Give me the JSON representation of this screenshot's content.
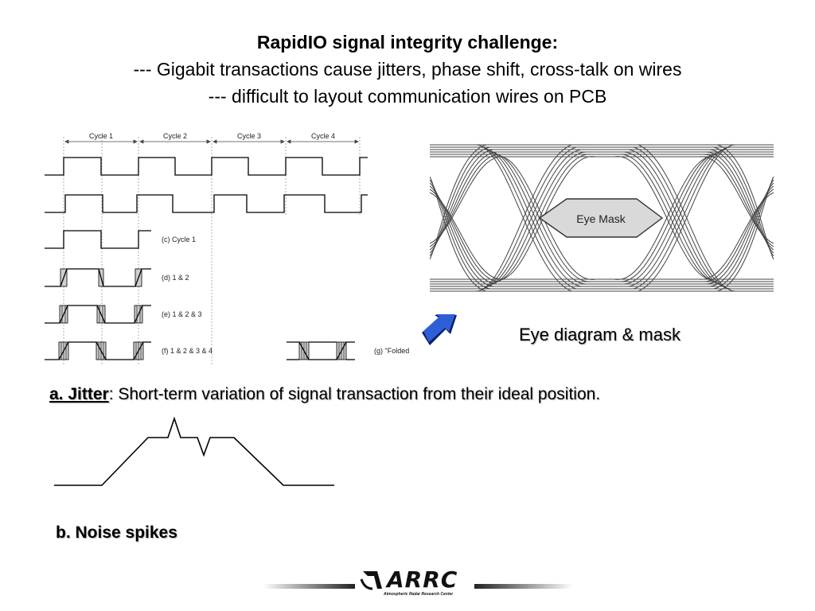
{
  "title": {
    "line1": "RapidIO signal integrity challenge:",
    "line2": "--- Gigabit transactions cause jitters, phase shift, cross-talk on wires",
    "line3": "--- difficult to layout communication wires on PCB"
  },
  "timing_diagram": {
    "cycles": [
      "Cycle 1",
      "Cycle 2",
      "Cycle 3",
      "Cycle 4"
    ],
    "labels": {
      "c": "(c) Cycle 1",
      "d": "(d) 1 & 2",
      "e": "(e) 1 & 2 & 3",
      "f": "(f) 1 & 2 & 3 & 4",
      "g": "(g) \"Folded"
    }
  },
  "eye_diagram": {
    "mask_label": "Eye Mask",
    "caption": "Eye diagram & mask"
  },
  "jitter": {
    "term": "a. Jitter",
    "definition": ": Short-term variation of signal transaction from their ideal position."
  },
  "noise": {
    "label": "b. Noise spikes"
  },
  "footer": {
    "logo_text": "ARRC",
    "logo_subtitle": "Atmospheric Radar Research Center",
    "logo_icon": "arrc-emblem-icon"
  },
  "colors": {
    "arrow_blue": "#2f5fd6",
    "arrow_dark": "#0b1f6e",
    "hatch_gray": "#cfcfcf"
  }
}
